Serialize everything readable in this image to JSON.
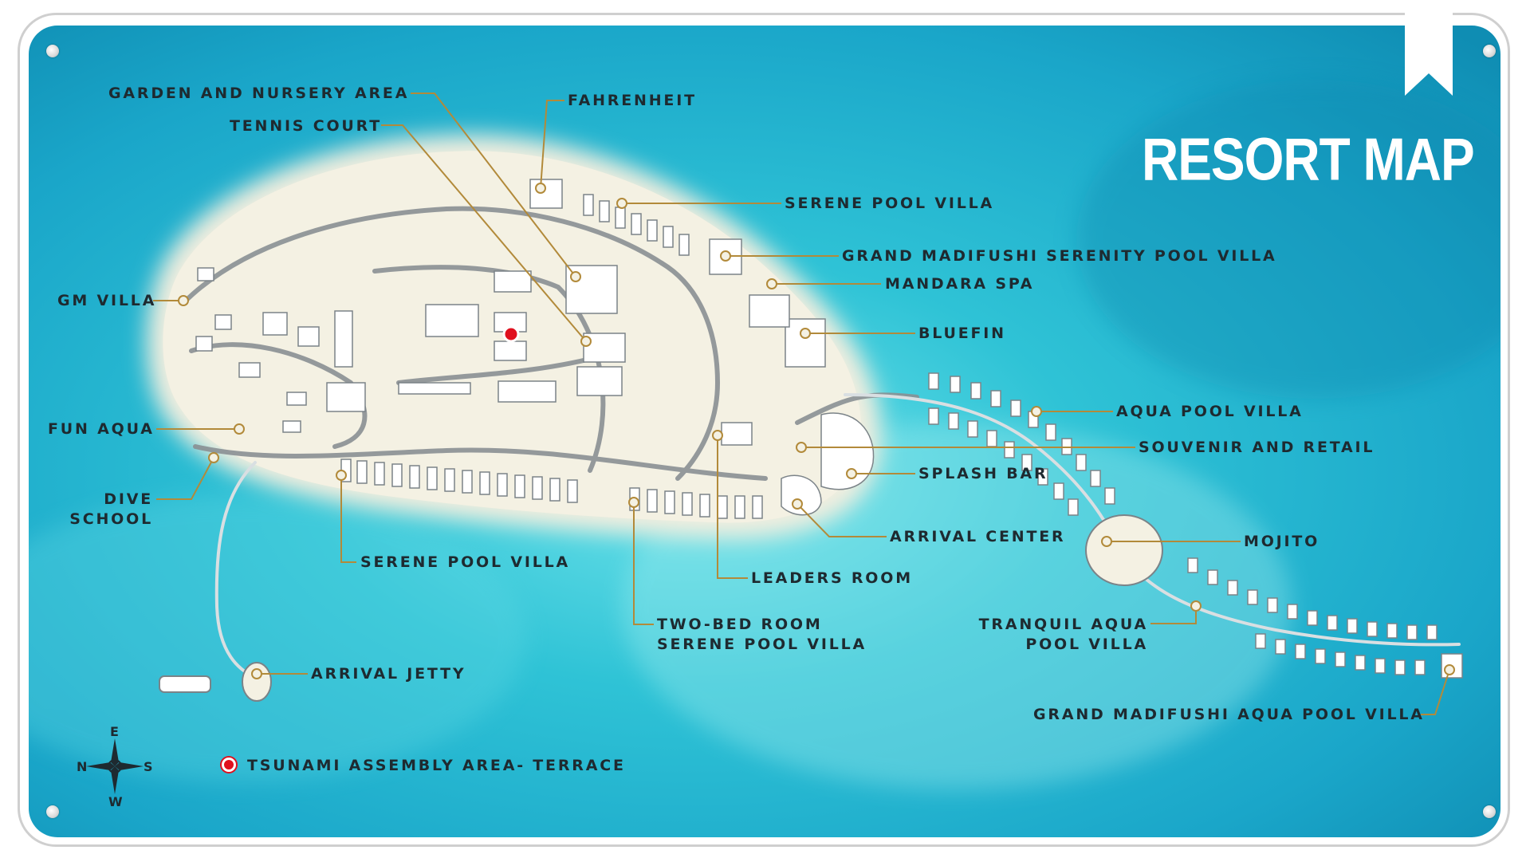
{
  "title": "RESORT MAP",
  "colors": {
    "sea": "#22b8cf",
    "sea_deep": "#0f8db3",
    "island": "#f1eedf",
    "path": "#8a9094",
    "leader": "#b28a3a",
    "alert": "#e0101e",
    "text": "#1e2a30"
  },
  "labels": {
    "garden": "GARDEN AND NURSERY AREA",
    "tennis": "TENNIS COURT",
    "fahrenheit": "FAHRENHEIT",
    "serene_north": "SERENE POOL VILLA",
    "grand_serenity": "GRAND MADIFUSHI SERENITY POOL VILLA",
    "mandara": "MANDARA SPA",
    "bluefin": "BLUEFIN",
    "gm_villa": "GM VILLA",
    "fun_aqua": "FUN AQUA",
    "dive_1": "DIVE",
    "dive_2": "SCHOOL",
    "aqua_pool": "AQUA POOL VILLA",
    "souvenir": "SOUVENIR AND RETAIL",
    "splash": "SPLASH BAR",
    "arrival_center": "ARRIVAL CENTER",
    "mojito": "MOJITO",
    "serene_south": "SERENE POOL VILLA",
    "leaders": "LEADERS ROOM",
    "twobed_1": "TWO-BED ROOM",
    "twobed_2": "SERENE POOL VILLA",
    "tranquil_1": "TRANQUIL AQUA",
    "tranquil_2": "POOL VILLA",
    "jetty": "ARRIVAL JETTY",
    "grand_aqua": "GRAND MADIFUSHI AQUA POOL VILLA"
  },
  "legend": {
    "icon": "tsunami-assembly-dot-icon",
    "text": "TSUNAMI ASSEMBLY AREA- TERRACE"
  },
  "compass": {
    "icon": "compass-rose-icon",
    "north": "N",
    "south": "S",
    "east": "E",
    "west": "W"
  }
}
